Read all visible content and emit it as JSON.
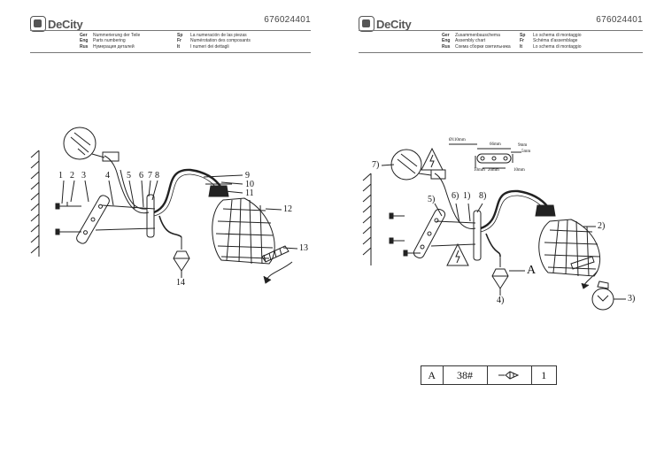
{
  "left": {
    "brand": "DeCity",
    "code": "676024401",
    "legend": [
      {
        "lang": "Ger",
        "text": "Nummerierung der Teile"
      },
      {
        "lang": "Eng",
        "text": "Parts numbering"
      },
      {
        "lang": "Rus",
        "text": "Нумерация деталей"
      },
      {
        "lang": "Sp",
        "text": "La numeración de las piezas"
      },
      {
        "lang": "Fr",
        "text": "Numérotation des composants"
      },
      {
        "lang": "It",
        "text": "I numeri dei dettagli"
      }
    ],
    "callouts": [
      "1",
      "2",
      "3",
      "4",
      "5",
      "6",
      "7",
      "8",
      "9",
      "10",
      "11",
      "12",
      "13",
      "14"
    ]
  },
  "right": {
    "brand": "DeCity",
    "code": "676024401",
    "legend": [
      {
        "lang": "Ger",
        "text": "Zusammenbauschema"
      },
      {
        "lang": "Eng",
        "text": "Assembly chart"
      },
      {
        "lang": "Rus",
        "text": "Схема сборки светильника"
      },
      {
        "lang": "Sp",
        "text": "Lo schema di montaggio"
      },
      {
        "lang": "Fr",
        "text": "Schéma d'assemblage"
      },
      {
        "lang": "It",
        "text": "Lo schema di montaggio"
      }
    ],
    "callouts": [
      "7)",
      "5)",
      "6)",
      "1)",
      "8)",
      "2)",
      "A",
      "4)",
      "3)"
    ],
    "dims": [
      "Ø110mm",
      "66mm",
      "20mm",
      "9mm",
      "5mm",
      "10mm",
      "10mm"
    ],
    "parts_table": {
      "ref": "A",
      "size": "38#",
      "qty": "1"
    }
  }
}
